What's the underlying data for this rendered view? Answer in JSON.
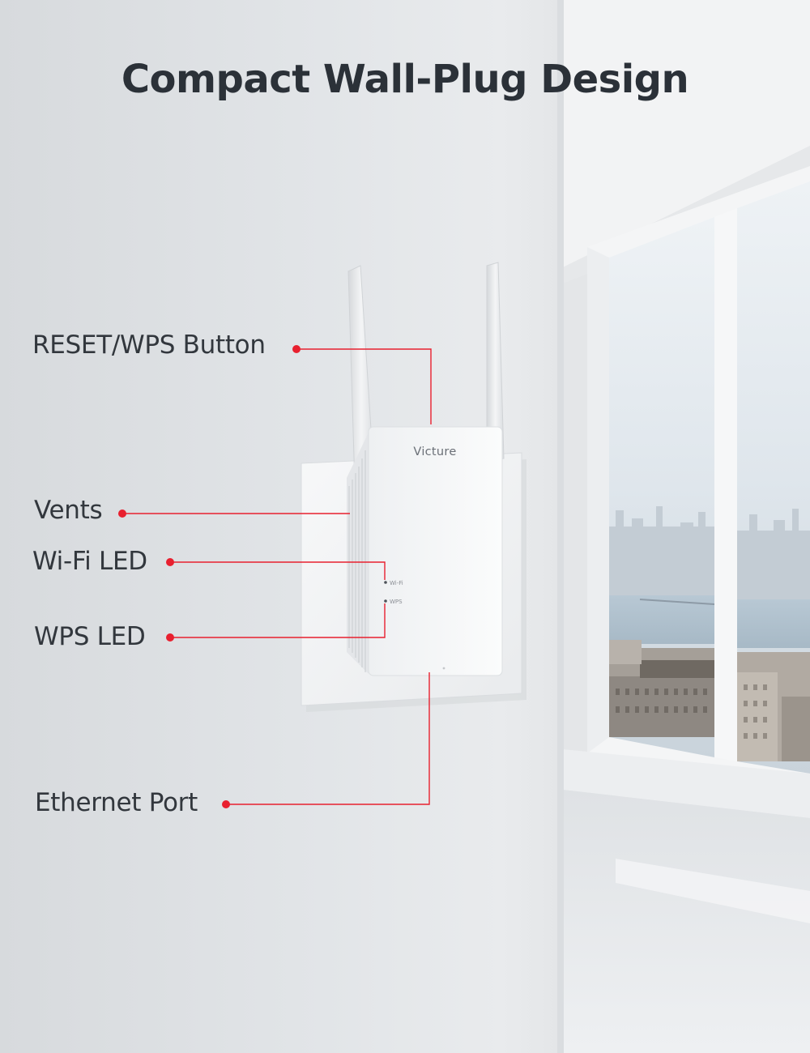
{
  "headline": "Compact Wall-Plug Design",
  "brand": "Victure",
  "led_labels": {
    "wifi": "Wi-Fi",
    "wps": "WPS"
  },
  "callouts": {
    "reset_wps_button": "RESET/WPS Button",
    "vents": "Vents",
    "wifi_led": "Wi-Fi LED",
    "wps_led": "WPS LED",
    "ethernet_port": "Ethernet Port"
  },
  "colors": {
    "accent": "#e8202f",
    "headline_text": "#2b3138",
    "wall": "#e3e6e9",
    "device": "#f5f6f7"
  },
  "icons": [
    "wifi-extender-device",
    "wall-socket-plate",
    "city-window-view"
  ]
}
